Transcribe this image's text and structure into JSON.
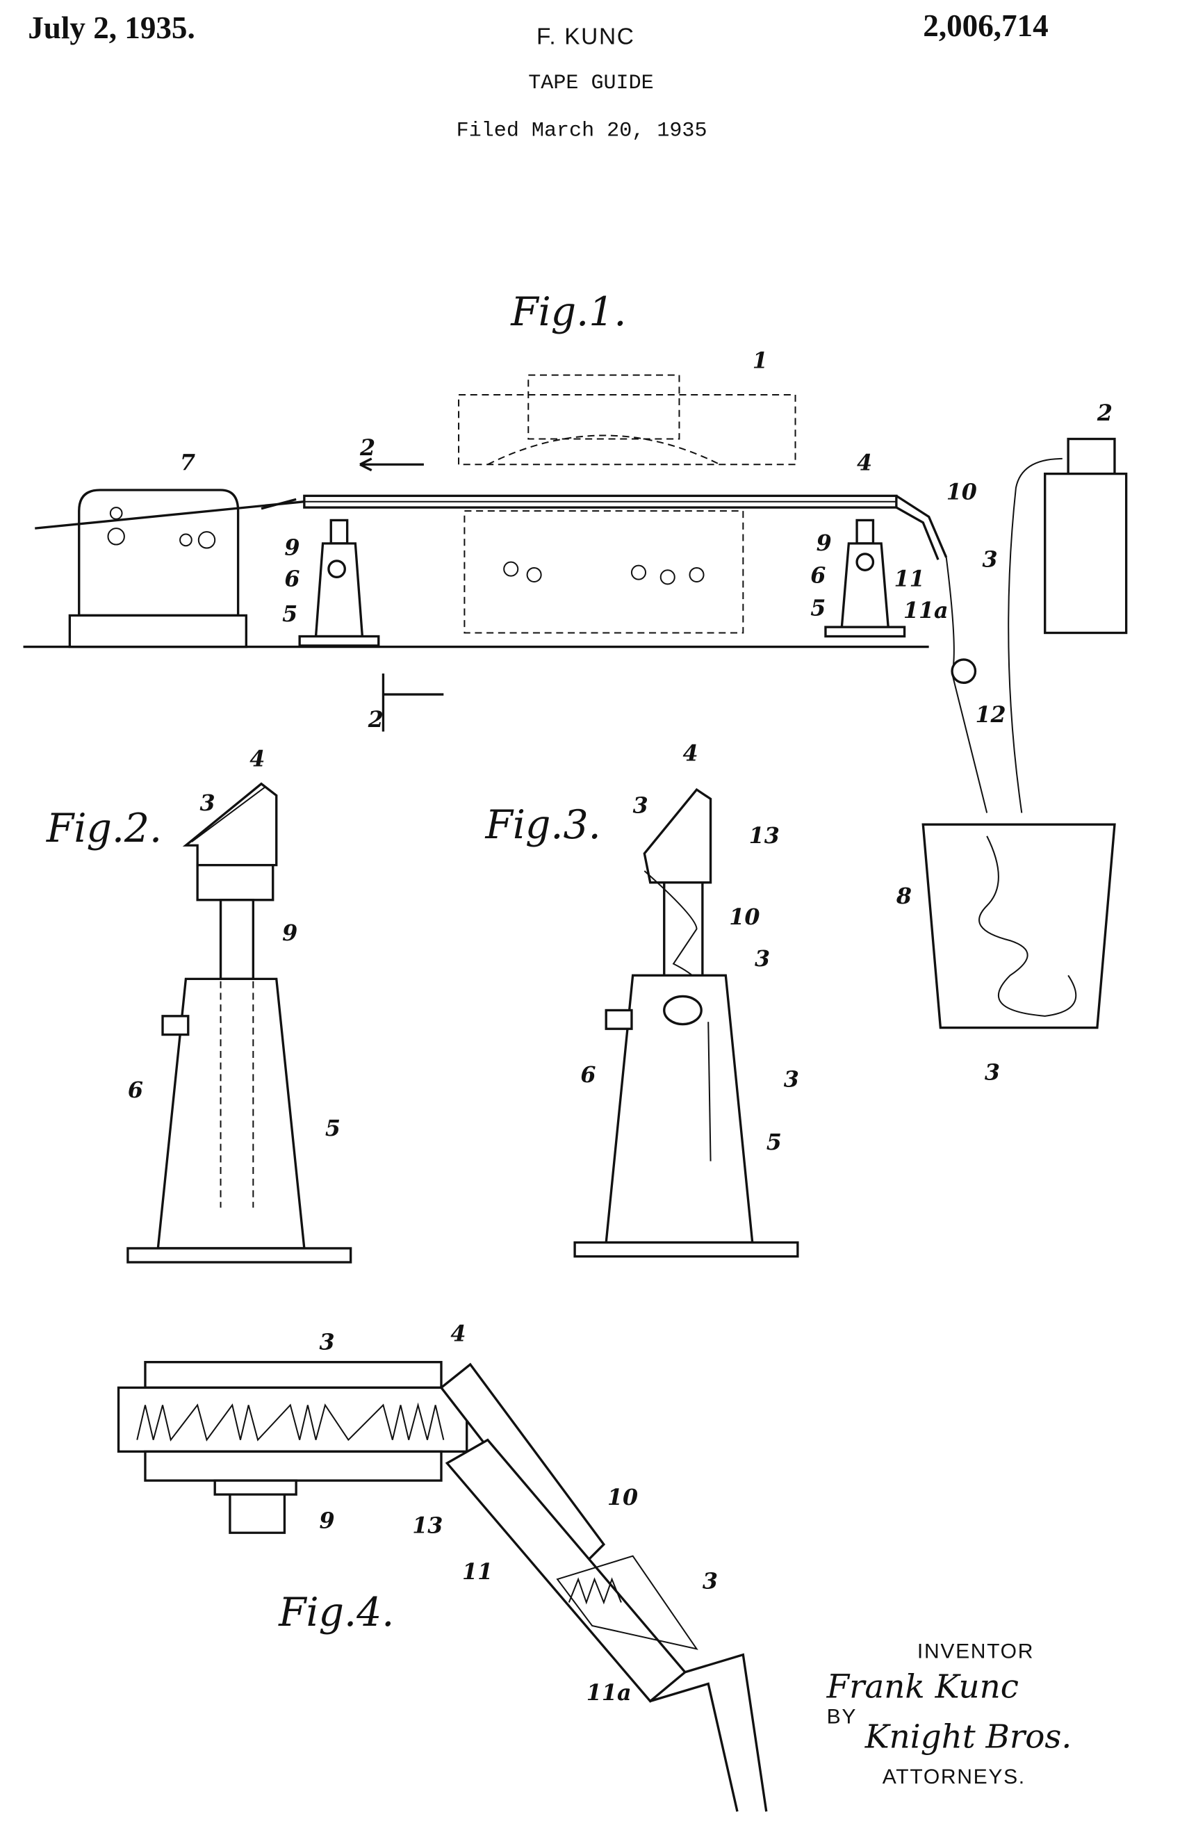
{
  "header": {
    "date": "July 2, 1935.",
    "inventor_name": "F. KUNC",
    "patent_number": "2,006,714",
    "title": "TAPE GUIDE",
    "filed": "Filed March 20, 1935"
  },
  "figures": {
    "fig1": "Fig.1.",
    "fig2": "Fig.2.",
    "fig3": "Fig.3.",
    "fig4": "Fig.4."
  },
  "fig1_labels": [
    "1",
    "2",
    "7",
    "4",
    "10",
    "9",
    "6",
    "5",
    "9",
    "6",
    "5",
    "11",
    "11a",
    "3",
    "12",
    "2",
    "2",
    "8",
    "3"
  ],
  "fig2_labels": [
    "4",
    "3",
    "9",
    "6",
    "5"
  ],
  "fig3_labels": [
    "4",
    "3",
    "13",
    "10",
    "3",
    "6",
    "3",
    "5"
  ],
  "fig4_labels": [
    "3",
    "4",
    "9",
    "13",
    "10",
    "11",
    "3",
    "11a"
  ],
  "signature_block": {
    "inventor_label": "INVENTOR",
    "inventor_signature": "Frank Kunc",
    "by_label": "BY",
    "attorney_signature": "Knight Bros.",
    "attorneys_label": "ATTORNEYS."
  }
}
